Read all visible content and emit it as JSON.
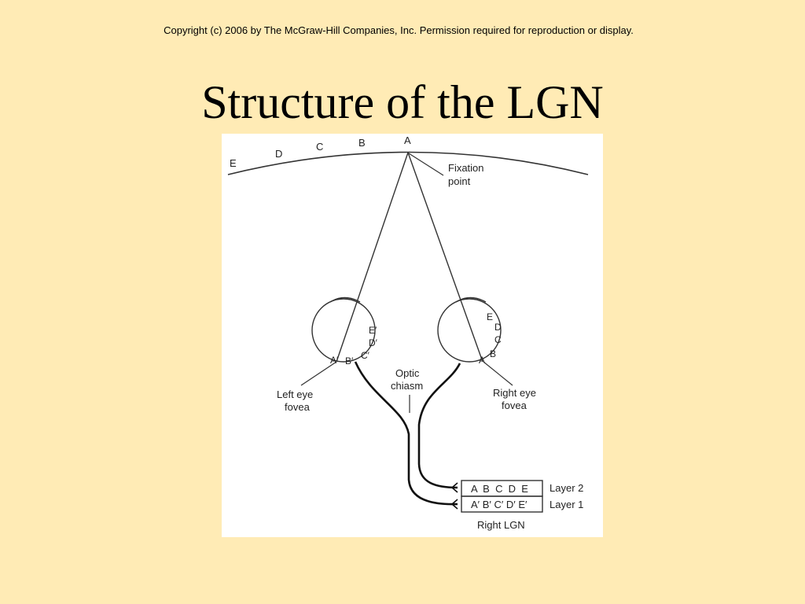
{
  "slide": {
    "copyright": "Copyright (c) 2006 by The McGraw-Hill Companies, Inc. Permission required for reproduction or display.",
    "title": "Structure of the LGN"
  },
  "diagram": {
    "visual_field_points": [
      "E",
      "D",
      "C",
      "B",
      "A"
    ],
    "fixation_label_line1": "Fixation",
    "fixation_label_line2": "point",
    "left_retina_points": [
      "E′",
      "D′",
      "C′",
      "B′",
      "A′"
    ],
    "right_retina_points": [
      "E",
      "D",
      "C",
      "B",
      "A"
    ],
    "left_eye_label_line1": "Left eye",
    "left_eye_label_line2": "fovea",
    "right_eye_label_line1": "Right eye",
    "right_eye_label_line2": "fovea",
    "chiasm_label_line1": "Optic",
    "chiasm_label_line2": "chiasm",
    "layer2_cells": "A  B  C  D  E",
    "layer1_cells": "A′ B′ C′ D′ E′",
    "layer2_label": "Layer 2",
    "layer1_label": "Layer 1",
    "lgn_label": "Right LGN",
    "colors": {
      "background": "#FFEBB5",
      "figure_background": "#FFFFFF",
      "line": "#333333",
      "nerve": "#111111"
    }
  }
}
